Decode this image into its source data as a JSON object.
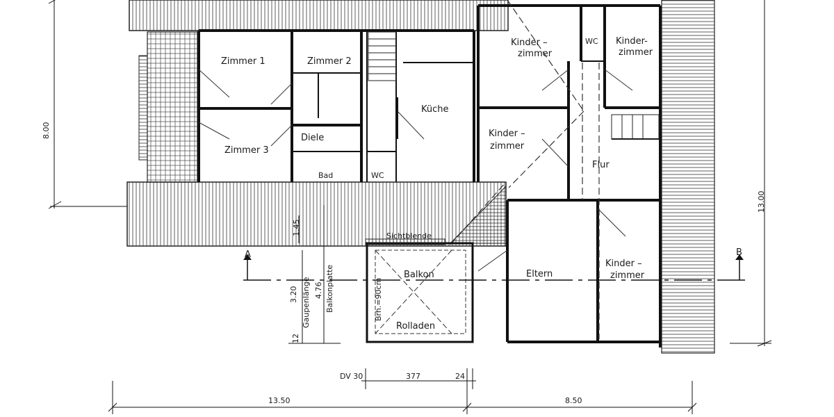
{
  "plan": {
    "rooms": {
      "zimmer1": "Zimmer 1",
      "zimmer2": "Zimmer 2",
      "zimmer3": "Zimmer 3",
      "diele": "Diele",
      "bad": "Bad",
      "wc_left": "WC",
      "kueche": "Küche",
      "kinderzimmer_top_a_1": "Kinder –",
      "kinderzimmer_top_a_2": "zimmer",
      "wc_right": "WC",
      "kinderzimmer_top_b_1": "Kinder-",
      "kinderzimmer_top_b_2": "zimmer",
      "kinderzimmer_mid_1": "Kinder –",
      "kinderzimmer_mid_2": "zimmer",
      "flur": "Flur",
      "eltern": "Eltern",
      "kinderzimmer_bot_1": "Kinder –",
      "kinderzimmer_bot_2": "zimmer",
      "balkon": "Balkon",
      "rolladen": "Rolladen",
      "sichtblende": "Sichtblende",
      "brh": "Brh.=90cm"
    },
    "dimensions": {
      "left_height": "8.00",
      "right_height": "13.00",
      "bottom_left": "13.50",
      "bottom_right": "8.50",
      "dv": "DV 30",
      "d377": "377",
      "d24": "24",
      "d145": "1.45",
      "d320": "3.20",
      "gaupen": "Gaupenlänge",
      "d476": "4.76",
      "balkonplatte": "Balkonplatte",
      "d12": "12"
    },
    "section_markers": {
      "a": "A",
      "b": "B"
    }
  }
}
